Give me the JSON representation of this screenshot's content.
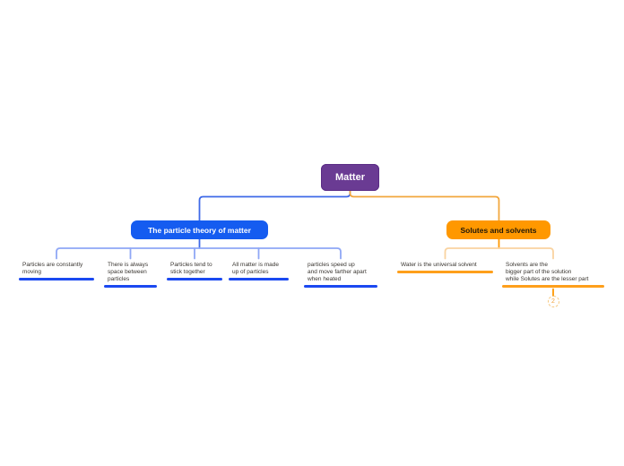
{
  "canvas": {
    "background": "#ffffff"
  },
  "root": {
    "label": "Matter",
    "fill": "#6a3b93",
    "text_color": "#ffffff"
  },
  "branches": [
    {
      "label": "The particle theory of matter",
      "fill": "#155cf0",
      "text_color": "#ffffff",
      "trunk_color": "#3f6ae8",
      "rail_color": "#8fa7f6",
      "underline_color": "#1b49f1",
      "children": [
        {
          "text": "Particles are constantly\nmoving"
        },
        {
          "text": "There is always\nspace between\nparticles"
        },
        {
          "text": "Particles tend to\nstick together"
        },
        {
          "text": "All matter is made\nup of particles"
        },
        {
          "text": "particles speed up\nand move farther apart\nwhen heated"
        }
      ]
    },
    {
      "label": "Solutes and solvents",
      "fill": "#ff9800",
      "text_color": "#201708",
      "trunk_color": "#f2a73e",
      "rail_color": "#f9d3a0",
      "underline_color": "#fe9f1b",
      "children": [
        {
          "text": "Water is the universal solvent"
        },
        {
          "text": "Solvents are the\nbigger part of the solution\nwhile Solutes are the lesser part",
          "collapsed_badge": "2"
        }
      ]
    }
  ]
}
